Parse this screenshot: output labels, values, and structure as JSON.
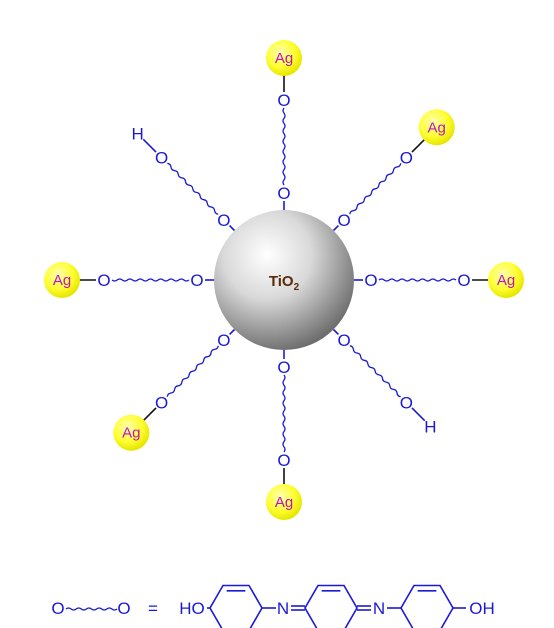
{
  "core": {
    "label": "TiO",
    "subscript": "2"
  },
  "atoms": {
    "oxygen": "O",
    "hydrogen": "H",
    "silver": "Ag"
  },
  "arms": [
    {
      "direction": "up",
      "terminal": "Ag"
    },
    {
      "direction": "up-right",
      "terminal": "Ag"
    },
    {
      "direction": "right",
      "terminal": "Ag"
    },
    {
      "direction": "down-right",
      "terminal": "H"
    },
    {
      "direction": "down",
      "terminal": "Ag"
    },
    {
      "direction": "down-left",
      "terminal": "Ag"
    },
    {
      "direction": "left",
      "terminal": "Ag"
    },
    {
      "direction": "up-left",
      "terminal": "H"
    }
  ],
  "legend": {
    "left": "O",
    "right": "O",
    "equals": "=",
    "ho": "HO",
    "n1": "N",
    "n2": "N",
    "oh": "OH"
  },
  "colors": {
    "bond": "#1a1ad6",
    "silver_fill": "#ffff33",
    "silver_text": "#c010c0",
    "core_light": "#fafafa",
    "core_dark": "#7f7f7f"
  }
}
